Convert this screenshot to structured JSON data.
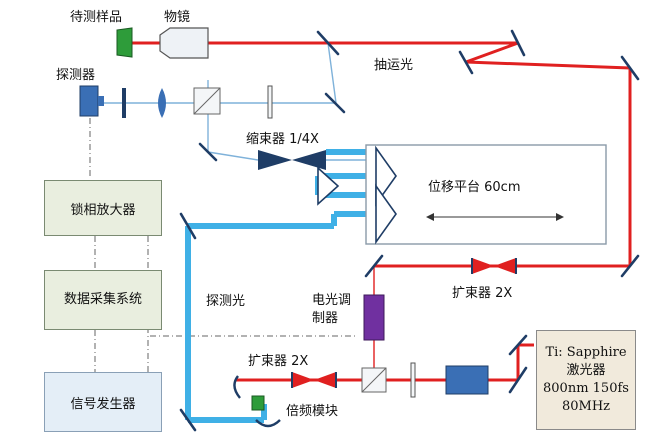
{
  "labels": {
    "sample": "待测样品",
    "objective": "物镜",
    "pump_light": "抽运光",
    "detector": "探测器",
    "beam_reducer": "缩束器 1/4X",
    "stage": "位移平台 60cm",
    "lockin": "锁相放大器",
    "daq": "数据采集系统",
    "probe_light": "探测光",
    "eo_modulator": "电光调制器",
    "expander_right": "扩束器 2X",
    "expander_bottom": "扩束器 2X",
    "freq_doubler": "倍频模块",
    "signal_gen": "信号发生器",
    "laser_line1": "Ti: Sapphire",
    "laser_line2": "激光器",
    "laser_line3": "800nm 150fs",
    "laser_line4": "80MHz"
  },
  "colors": {
    "pump": "#e02020",
    "probe": "#3fb0e6",
    "optic": "#1f3d66",
    "thin_line": "#7fb2da",
    "eo_modulator": "#7030a0",
    "sample": "#2e9c3a"
  },
  "icons": [
    "mirror",
    "lens",
    "beam-splitter",
    "waveplate",
    "retroreflector",
    "telescope"
  ]
}
